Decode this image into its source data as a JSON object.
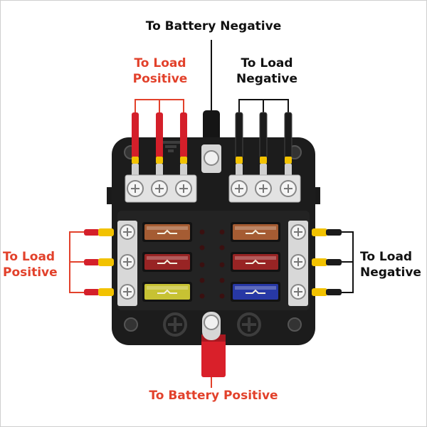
{
  "labels": {
    "battery_negative": "To Battery Negative",
    "load_positive_top": [
      "To Load",
      "Positive"
    ],
    "load_negative_top": [
      "To Load",
      "Negative"
    ],
    "load_positive_left": [
      "To Load",
      "Positive"
    ],
    "load_negative_right": [
      "To Load",
      "Negative"
    ],
    "battery_positive": "To Battery Positive"
  },
  "colors": {
    "positive_label": "#e2412b",
    "negative_label": "#111111",
    "red_wire": "#d41f2a",
    "black_wire": "#1b1b1b",
    "yellow_terminal": "#f2c200",
    "housing": "#1c1c1c"
  },
  "fuses": {
    "left_column": [
      {
        "color": "#c06a3a"
      },
      {
        "color": "#b02828"
      },
      {
        "color": "#e8e23a"
      }
    ],
    "right_column": [
      {
        "color": "#c06a3a"
      },
      {
        "color": "#b02828"
      },
      {
        "color": "#2b3fbf"
      }
    ]
  }
}
